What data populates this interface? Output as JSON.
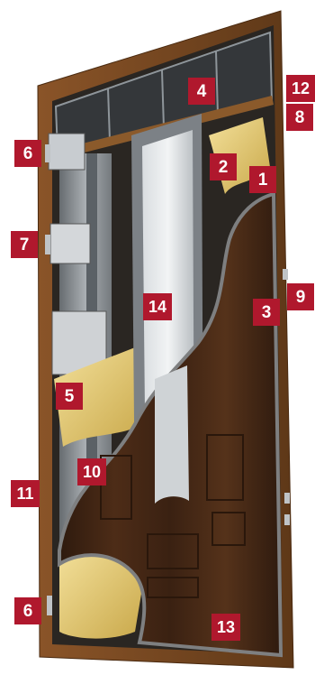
{
  "colors": {
    "frame_wood": "#7a4a22",
    "panel_dark": "#3f2414",
    "panel_mid": "#5a331b",
    "steel": "#9aa0a6",
    "insulation": "#e8cf72",
    "glass": "#c9ced2",
    "badge": "#b0182d",
    "badge_text": "#ffffff"
  },
  "callouts": [
    {
      "id": "c1",
      "label": "1"
    },
    {
      "id": "c2",
      "label": "2"
    },
    {
      "id": "c3",
      "label": "3"
    },
    {
      "id": "c4",
      "label": "4"
    },
    {
      "id": "c5",
      "label": "5"
    },
    {
      "id": "c6a",
      "label": "6"
    },
    {
      "id": "c6b",
      "label": "6"
    },
    {
      "id": "c7",
      "label": "7"
    },
    {
      "id": "c8",
      "label": "8"
    },
    {
      "id": "c9",
      "label": "9"
    },
    {
      "id": "c10",
      "label": "10"
    },
    {
      "id": "c11",
      "label": "11"
    },
    {
      "id": "c12",
      "label": "12"
    },
    {
      "id": "c13",
      "label": "13"
    },
    {
      "id": "c14",
      "label": "14"
    }
  ]
}
